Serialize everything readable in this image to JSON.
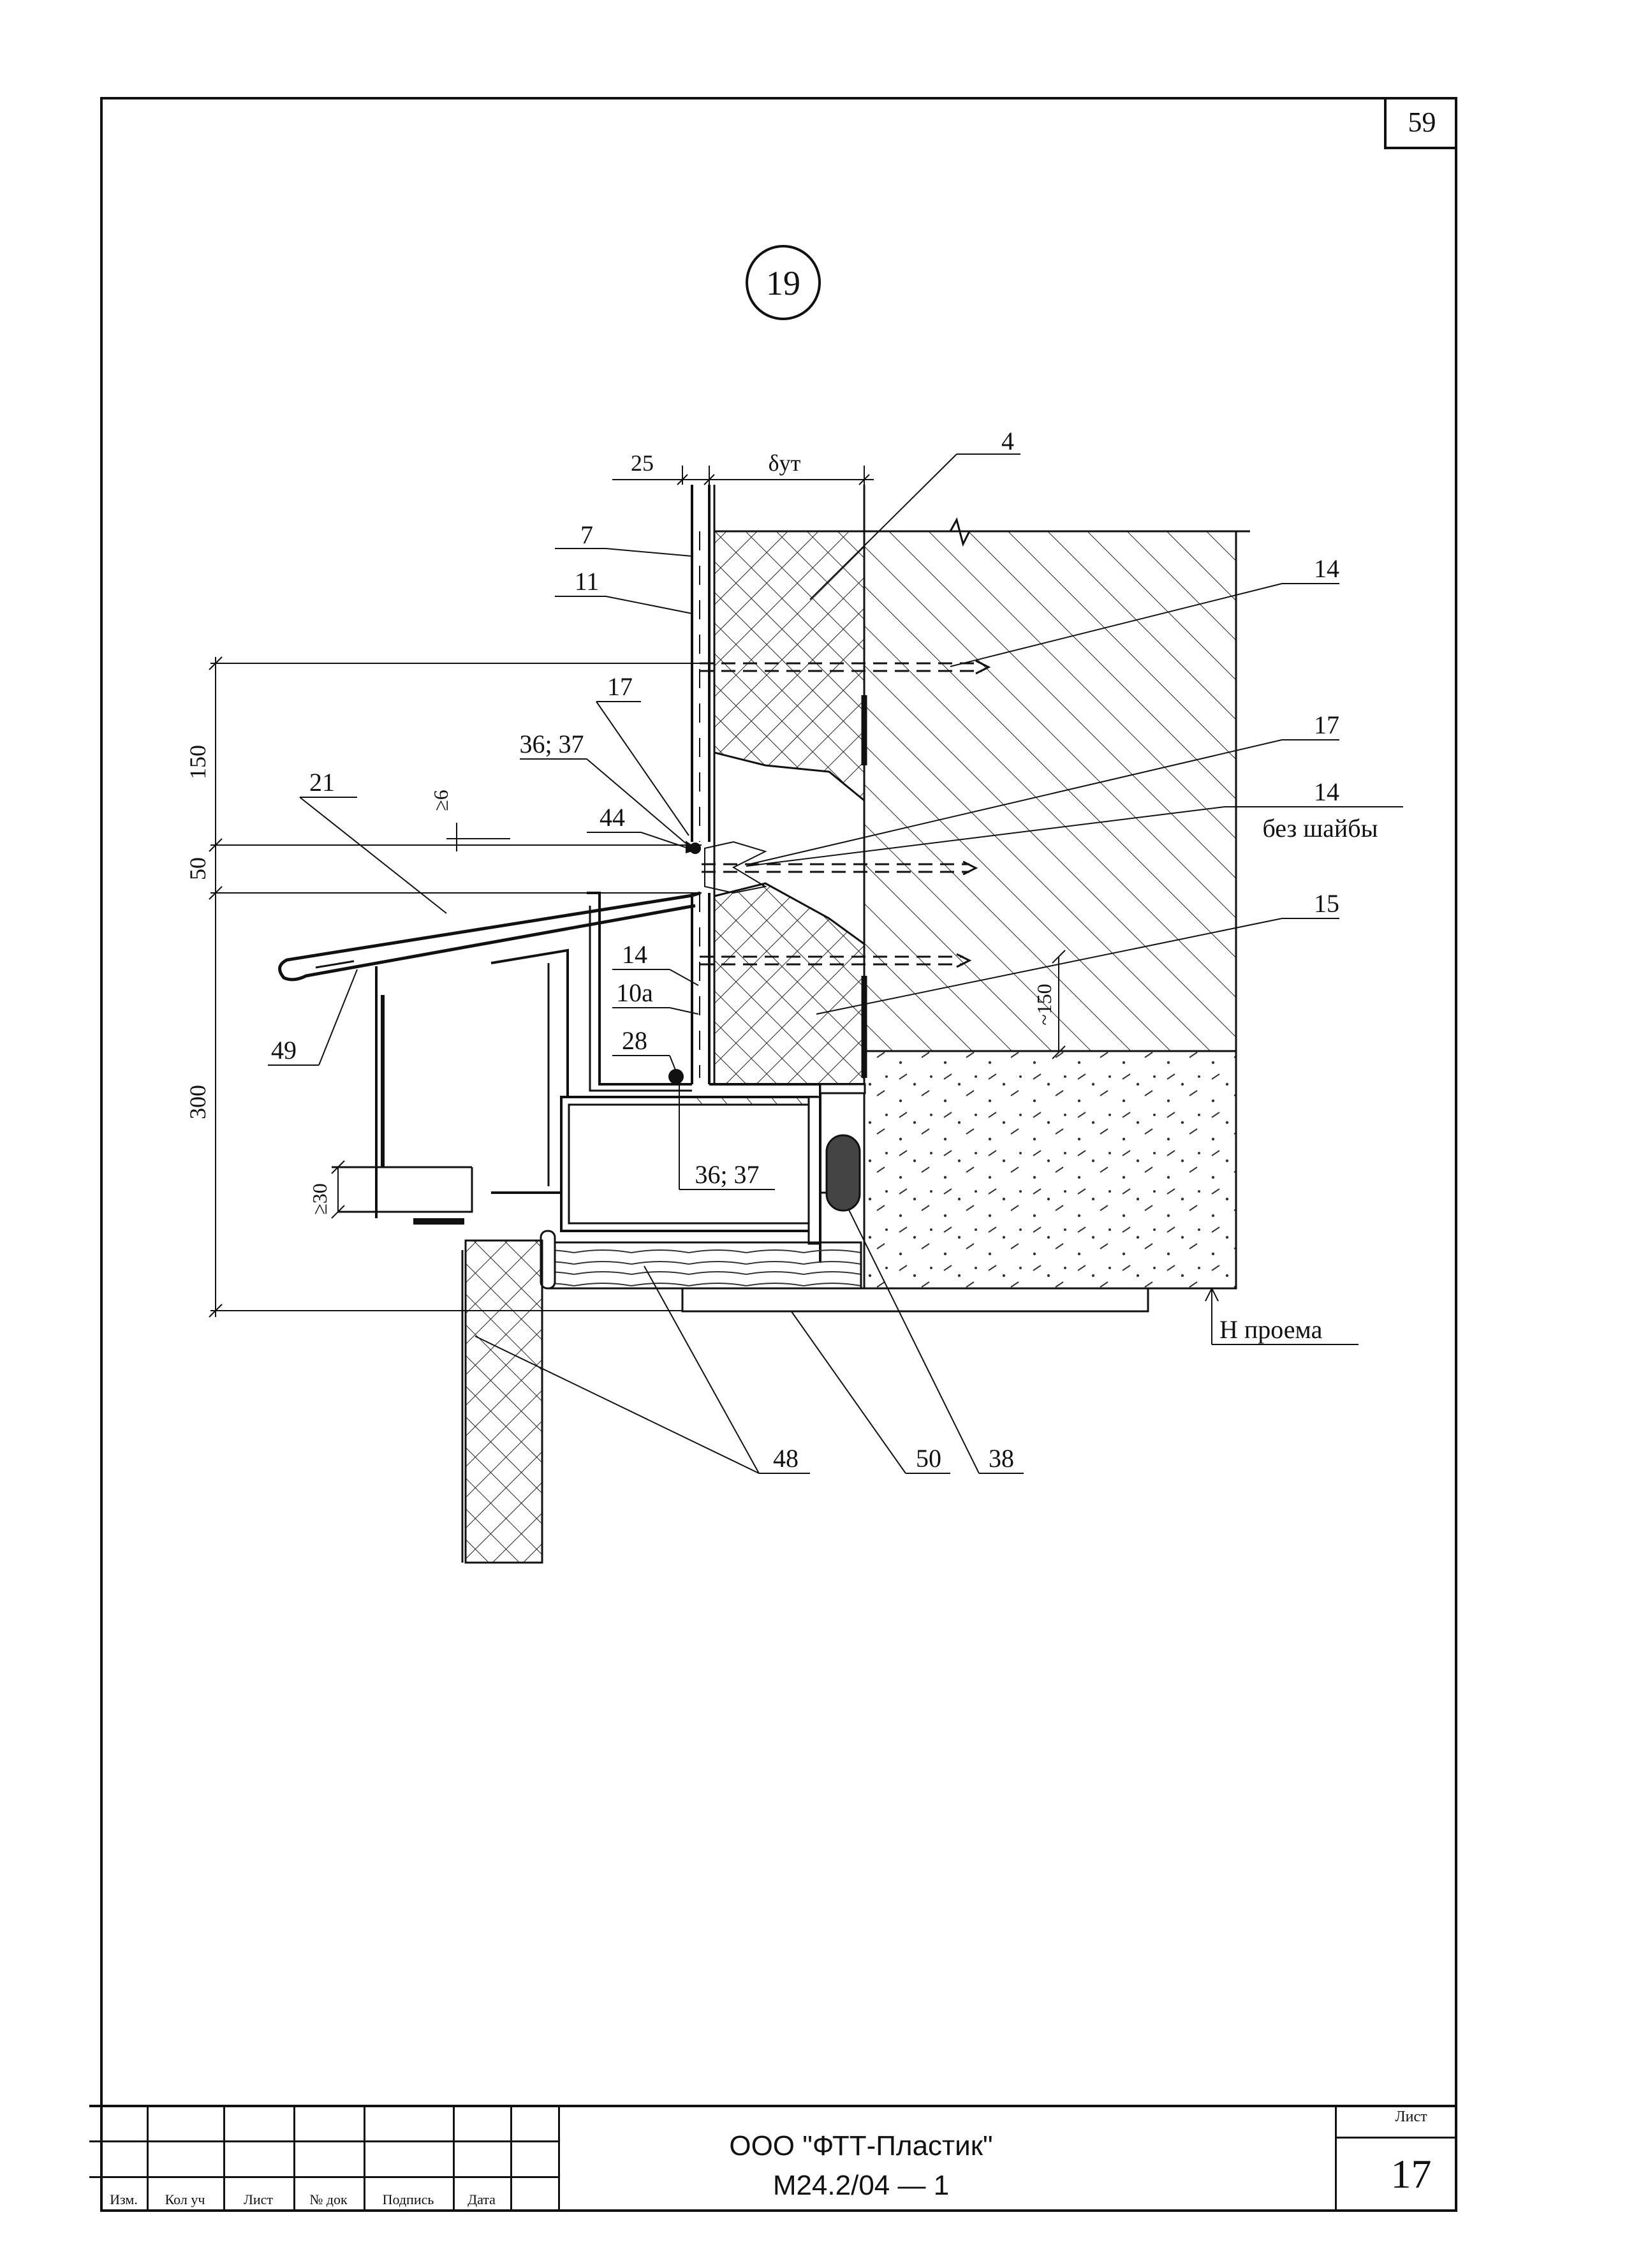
{
  "sheet": {
    "corner_number": "59",
    "detail_number": "19"
  },
  "dimensions": {
    "d25": "25",
    "d_ins": "δут",
    "d150_top": "150",
    "d50": "50",
    "d300": "300",
    "d_ge6": "≥6",
    "d_ge30": "≥30",
    "d150_right": "~150",
    "h_opening": "Н проема"
  },
  "callouts": {
    "c4": "4",
    "c7": "7",
    "c11": "11",
    "c14a": "14",
    "c17a": "17",
    "c17b": "17",
    "c3637a": "36; 37",
    "c21": "21",
    "c44": "44",
    "c14b": "14",
    "c14b_note": "без шайбы",
    "c14c": "14",
    "c15": "15",
    "c10a": "10а",
    "c28": "28",
    "c49": "49",
    "c3637b": "36; 37",
    "c48": "48",
    "c50": "50",
    "c38": "38"
  },
  "title_block": {
    "col_izm": "Изм.",
    "col_kol": "Кол уч",
    "col_list": "Лист",
    "col_doc": "№ док",
    "col_sign": "Подпись",
    "col_date": "Дата",
    "organization": "ООО \"ФТТ-Пластик\"",
    "document_code": "М24.2/04 — 1",
    "sheet_caption": "Лист",
    "sheet_number": "17"
  }
}
